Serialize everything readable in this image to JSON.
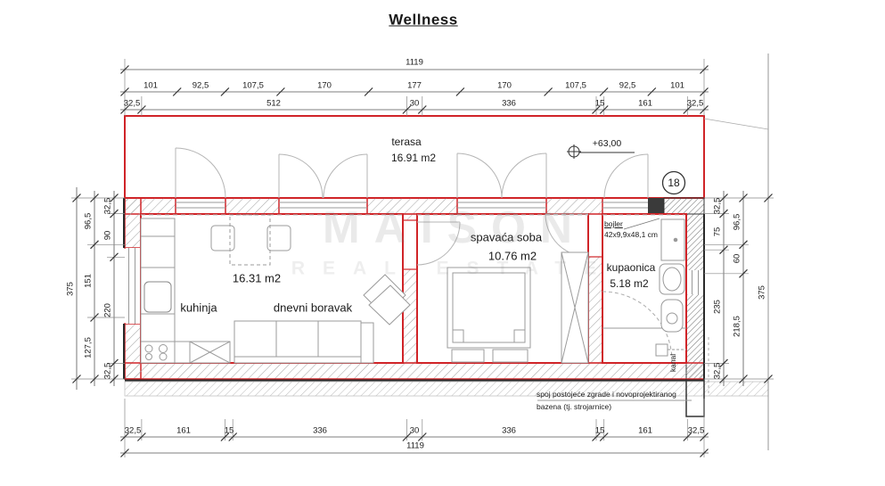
{
  "title": "Wellness",
  "watermark": {
    "line1": "MAISON",
    "line2": "REAL ESTATE"
  },
  "colors": {
    "wall_red": "#d02428",
    "dim_line": "#444444",
    "hatch": "#a8a8a8"
  },
  "rooms": {
    "terasa": {
      "name": "terasa",
      "area": "16.91 m2"
    },
    "kuhinja": {
      "name": "kuhinja"
    },
    "dnevni_boravak": {
      "name": "dnevni boravak",
      "area": "16.31 m2"
    },
    "spavaca_soba": {
      "name": "spavaća soba",
      "area": "10.76 m2"
    },
    "kupaonica": {
      "name": "kupaonica",
      "area": "5.18 m2"
    }
  },
  "annotations": {
    "elevation": "+63,00",
    "unit_number": "18",
    "bojler_label": "bojler",
    "bojler_size": "42x9,9x48,1 cm",
    "kanal": "kanal",
    "note_line1": "spoj postojeće zgrade i novoprojektiranog",
    "note_line2": "bazena (tj. strojarnice)"
  },
  "dimensions": {
    "top_total": "1119",
    "top_row2": [
      "101",
      "92,5",
      "107,5",
      "170",
      "177",
      "170",
      "107,5",
      "92,5",
      "101"
    ],
    "top_row3": [
      "32,5",
      "512",
      "30",
      "336",
      "15",
      "161",
      "32,5"
    ],
    "bottom_row": [
      "32,5",
      "161",
      "15",
      "336",
      "30",
      "336",
      "15",
      "161",
      "32,5"
    ],
    "bottom_total": "1119",
    "left_total": "375",
    "left_outer": [
      "96,5",
      "151",
      "127,5"
    ],
    "left_inner": [
      "32,5",
      "90",
      "220",
      "32,5"
    ],
    "right_inner": [
      "32,5",
      "75",
      "235",
      "32,5"
    ],
    "right_outer": [
      "96,5",
      "60",
      "218,5"
    ],
    "right_total": "375"
  }
}
